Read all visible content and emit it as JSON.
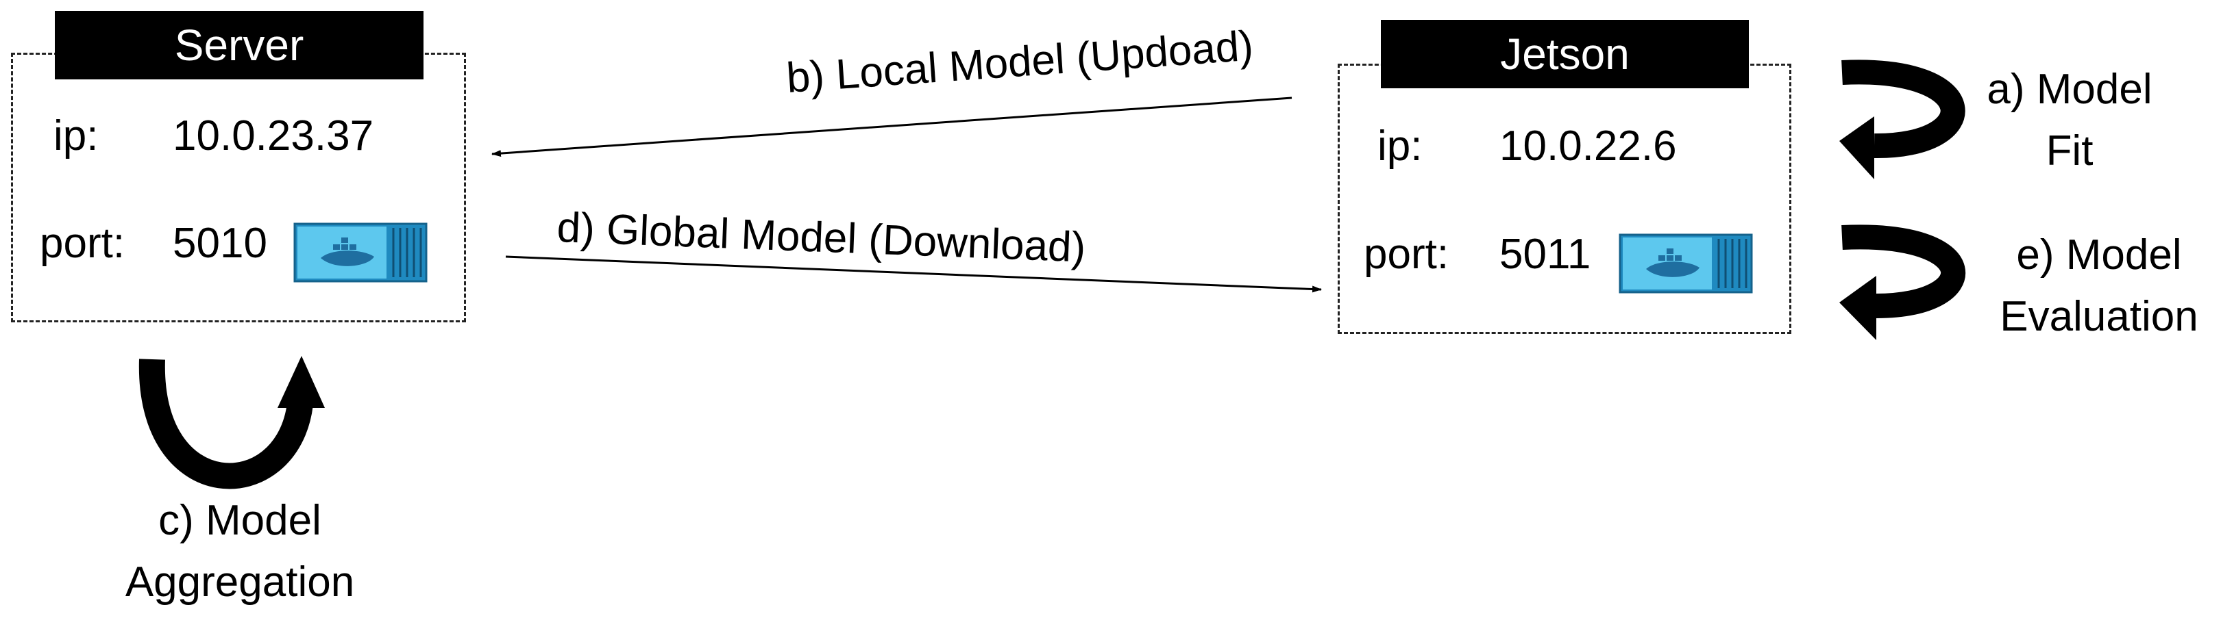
{
  "nodes": {
    "server": {
      "title": "Server",
      "ip_label": "ip:",
      "ip_value": "10.0.23.37",
      "port_label": "port:",
      "port_value": "5010",
      "icon": "docker-container-icon"
    },
    "jetson": {
      "title": "Jetson",
      "ip_label": "ip:",
      "ip_value": "10.0.22.6",
      "port_label": "port:",
      "port_value": "5011",
      "icon": "docker-container-icon"
    }
  },
  "edges": {
    "upload": "b) Local Model (Updoad)",
    "download": "d) Global Model (Download)"
  },
  "steps": {
    "fit": [
      "a) Model",
      "Fit"
    ],
    "aggregation": [
      "c) Model",
      "Aggregation"
    ],
    "evaluation": [
      "e) Model",
      "Evaluation"
    ]
  },
  "colors": {
    "container_light": "#5dc8ee",
    "container_dark": "#1f8ac0",
    "title_bg": "#000000"
  }
}
